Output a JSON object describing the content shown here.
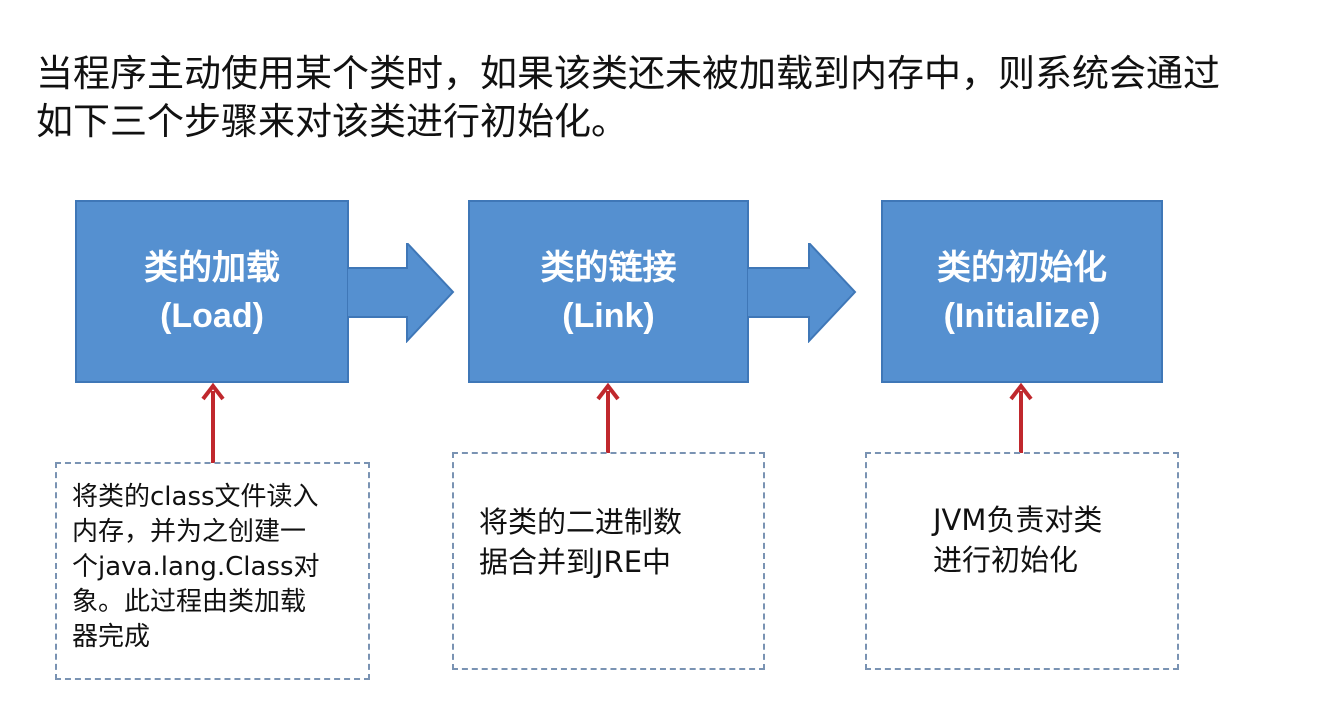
{
  "intro": {
    "line1": "当程序主动使用某个类时，如果该类还未被加载到内存中，则系统会通过",
    "line2": "如下三个步骤来对该类进行初始化。"
  },
  "steps": [
    {
      "title": "类的加载",
      "subtitle": "(Load)"
    },
    {
      "title": "类的链接",
      "subtitle": "(Link)"
    },
    {
      "title": "类的初始化",
      "subtitle": "(Initialize)"
    }
  ],
  "notes": [
    {
      "lines": [
        "将类的class文件读入",
        "内存，并为之创建一",
        "个java.lang.Class对",
        "象。此过程由类加载",
        "器完成"
      ]
    },
    {
      "lines": [
        "将类的二进制数",
        "据合并到JRE中"
      ]
    },
    {
      "lines": [
        "JVM负责对类",
        "进行初始化"
      ]
    }
  ],
  "colors": {
    "box_fill": "#5590d0",
    "box_border": "#3f77b7",
    "note_border": "#7a93b3",
    "red_arrow": "#c0282d"
  }
}
